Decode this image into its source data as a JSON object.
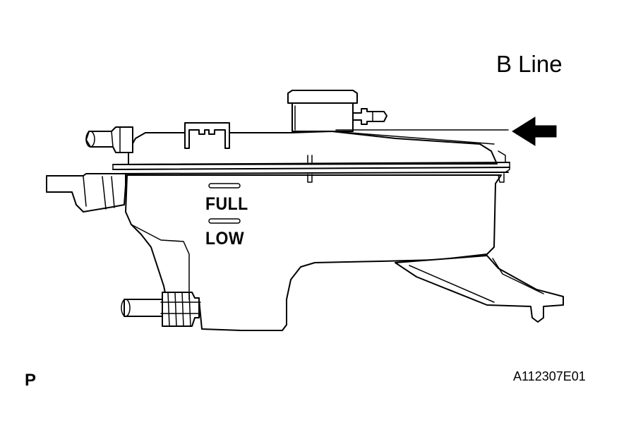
{
  "diagram": {
    "title": "B Line",
    "level_marks": {
      "full": "FULL",
      "low": "LOW"
    },
    "corner_letter": "P",
    "figure_id": "A112307E01"
  },
  "icons": {
    "indicator": "arrow-left-icon"
  },
  "colors": {
    "line": "#000000",
    "background": "#ffffff"
  }
}
